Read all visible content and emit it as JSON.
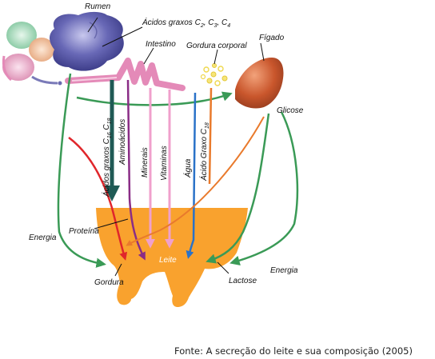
{
  "labels": {
    "rumen": "Rumen",
    "acidos_graxos_base": "Ácidos graxos C",
    "acidos_graxos_subs": [
      "2",
      "3",
      "4"
    ],
    "intestino": "Intestino",
    "gordura_corporal": "Gordura corporal",
    "figado": "Fígado",
    "glicose": "Glicose",
    "acidos_c16_base": "Ácidos graxos C",
    "acidos_c16_sub1": "16",
    "acidos_c16_sub2": "18",
    "aminoacidos": "Aminoácidos",
    "minerais": "Minerais",
    "vitaminas": "Vitaminas",
    "agua": "Água",
    "acido_graxo_c18_base": "Ácido Graxo C",
    "acido_graxo_c18_sub": "18",
    "energia_left": "Energia",
    "energia_right": "Energia",
    "proteina": "Proteína",
    "leite": "Leite",
    "gordura": "Gordura",
    "lactose": "Lactose"
  },
  "source": "Fonte: A secreção do leite e sua composição (2005)",
  "colors": {
    "udder": "#f9a22e",
    "rumen": "#5b5aa8",
    "liver": "#c2552c",
    "intestine": "#e48ab8",
    "green": "#3a9a56",
    "dark_teal": "#1f5a55",
    "purple": "#8a2d86",
    "pink_light": "#f0a0cc",
    "blue": "#2a72c8",
    "orange": "#e97a2c",
    "red": "#e0262b",
    "fat_dots": "#f3e06a"
  }
}
